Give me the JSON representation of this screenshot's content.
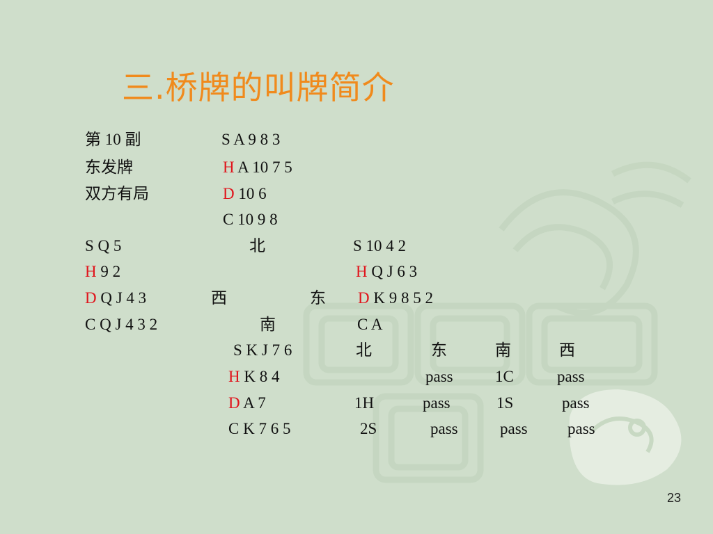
{
  "slide": {
    "title": "三.桥牌的叫牌简介",
    "page_number": "23",
    "colors": {
      "background": "#cfdecb",
      "title": "#f08a1c",
      "suit_red": "#e0141c"
    }
  },
  "info": {
    "deal": "第 10 副",
    "dealer": "东发牌",
    "vulnerability": "双方有局"
  },
  "hands": {
    "north": {
      "s": "S A 9 8 3",
      "h_suit": "H",
      "h": " A 10 7 5",
      "d_suit": "D",
      "d": " 10 6",
      "c": "C 10 9 8"
    },
    "west": {
      "s": "S Q 5",
      "h_suit": "H",
      "h": " 9 2",
      "d_suit": "D",
      "d": " Q J 4 3",
      "c": "C Q J 4 3 2"
    },
    "east": {
      "s": "S 10  4 2",
      "h_suit": "H",
      "h": " Q J 6 3",
      "d_suit": "D",
      "d": " K 9 8 5 2",
      "c": "C A"
    },
    "south": {
      "s": "S K J  7 6",
      "h_suit": "H",
      "h": " K 8 4",
      "d_suit": "D",
      "d": " A 7",
      "c": "C K 7 6 5"
    }
  },
  "compass": {
    "north": "北",
    "west": "西",
    "east": "东",
    "south": "南"
  },
  "auction": {
    "headers": [
      "北",
      "东",
      "南",
      "西"
    ],
    "rows": [
      [
        "",
        "pass",
        "1C",
        "pass"
      ],
      [
        "1H",
        "pass",
        "1S",
        "pass"
      ],
      [
        "2S",
        "pass",
        "pass",
        "pass"
      ]
    ]
  }
}
